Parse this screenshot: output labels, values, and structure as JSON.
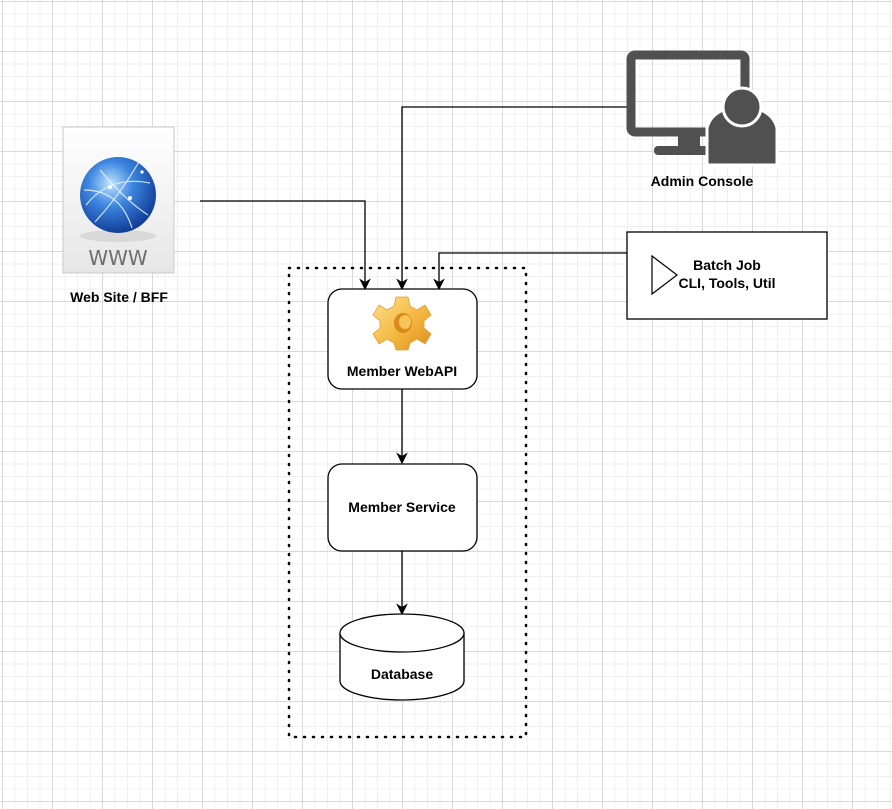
{
  "diagram": {
    "nodes": {
      "web_site": {
        "label": "Web Site / BFF",
        "icon": "www-globe-icon",
        "icon_text": "WWW"
      },
      "admin_console": {
        "label": "Admin Console",
        "icon": "monitor-user-icon"
      },
      "batch_job": {
        "label_line1": "Batch Job",
        "label_line2": "CLI, Tools, Util",
        "icon": "play-triangle-icon"
      },
      "member_webapi": {
        "label": "Member WebAPI",
        "icon": "gear-icon"
      },
      "member_service": {
        "label": "Member Service"
      },
      "database": {
        "label": "Database"
      }
    },
    "group": {
      "style": "dotted",
      "contains": [
        "Member WebAPI",
        "Member Service",
        "Database"
      ]
    },
    "edges": [
      {
        "from": "Web Site / BFF",
        "to": "Member WebAPI"
      },
      {
        "from": "Admin Console",
        "to": "Member WebAPI"
      },
      {
        "from": "Batch Job",
        "to": "Member WebAPI"
      },
      {
        "from": "Member WebAPI",
        "to": "Member Service"
      },
      {
        "from": "Member Service",
        "to": "Database"
      }
    ],
    "colors": {
      "line": "#000000",
      "icon_gray": "#505050",
      "gear_gold": "#f2b43c",
      "globe_blue": "#2f6fd0"
    }
  }
}
